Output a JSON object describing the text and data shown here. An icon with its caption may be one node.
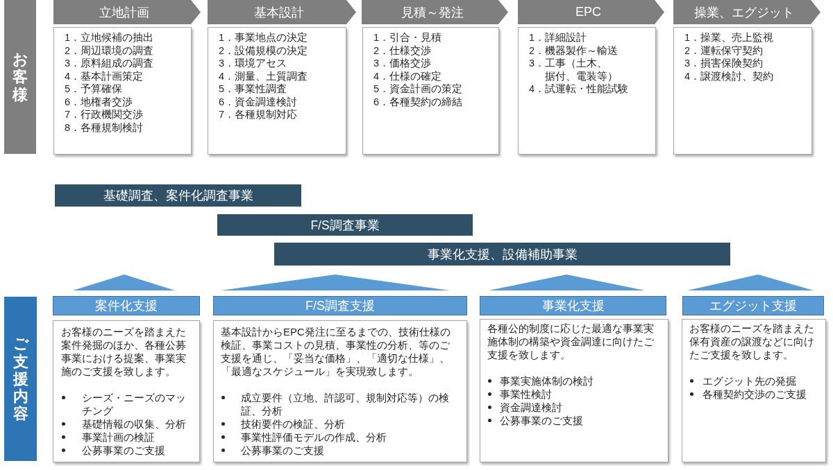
{
  "diagram": {
    "nodes": [
      {
        "text": [
          "お客様"
        ]
      },
      {
        "text": [
          "立地計画"
        ]
      },
      {
        "text": [
          "基本設計"
        ]
      },
      {
        "text": [
          "見積～発注"
        ]
      },
      {
        "text": [
          "EPC"
        ]
      },
      {
        "text": [
          "操業、エグジット"
        ]
      },
      {
        "text": [
          "1．立地候補の抽出",
          "2．周辺環境の調査",
          "3．原料組成の調査",
          "4．基本計画策定",
          "5．予算確保",
          "6．地権者交渉",
          "7．行政機関交渉",
          "8．各種規制検討"
        ]
      },
      {
        "text": [
          "1．事業地点の決定",
          "2．設備規模の決定",
          "3．環境アセス",
          "4．測量、土質調査",
          "5．事業性調査",
          "6．資金調達検討",
          "7．各種規制対応"
        ]
      },
      {
        "text": [
          "1．引合・見積",
          "2．仕様交渉",
          "3．価格交渉",
          "4．仕様の確定",
          "5．資金計画の策定",
          "6．各種契約の締結"
        ]
      },
      {
        "text": [
          "1．詳細設計",
          "2．機器製作～輸送",
          "3．工事（土木、据付、電装等）",
          "4．試運転・性能試験"
        ]
      },
      {
        "text": [
          "1．操業、売上監視",
          "2．運転保守契約",
          "3．損害保険契約",
          "4．譲渡検討、契約"
        ]
      },
      {
        "text": [
          "基礎調査、案件化調査事業"
        ]
      },
      {
        "text": [
          "F/S調査事業"
        ]
      },
      {
        "text": [
          "事業化支援、設備補助事業"
        ]
      },
      {
        "text": [],
        "shape": "triangle"
      },
      {
        "text": [],
        "shape": "triangle"
      },
      {
        "text": [],
        "shape": "triangle"
      },
      {
        "text": [],
        "shape": "triangle"
      },
      {
        "text": [
          "ご支援内容"
        ]
      },
      {
        "text": [
          "案件化支援"
        ]
      },
      {
        "text": [
          "F/S調査支援"
        ]
      },
      {
        "text": [
          "事業化支援"
        ]
      },
      {
        "text": [
          "エグジット支援"
        ]
      },
      {
        "text": [
          "お客様のニーズを踏まえた案件発掘のほか、各種公募事業における提案、事業実施のご支援を致します。",
          "シーズ・ニーズのマッチング",
          "基礎情報の収集、分析",
          "事業計画の検証",
          "公募事業のご支援"
        ]
      },
      {
        "text": [
          "基本設計からEPC発注に至るまでの、技術仕様の検証、事業コストの見積、事業性の分析、等のご支援を通じ、「妥当な価格」、「適切な仕様」、「最適なスケジュール」を実現致します。",
          "成立要件（立地、許認可、規制対応等）の検証、分析",
          "技術要件の検証、分析",
          "事業性評価モデルの作成、分析",
          "公募事業のご支援"
        ]
      },
      {
        "text": [
          "各種公的制度に応じた最適な事業実施体制の構築や資金調達に向けたご支援を致します。",
          "事業実施体制の検討",
          "事業性検討",
          "資金調達検討",
          "公募事業のご支援"
        ]
      },
      {
        "text": [
          "お客様のニーズを踏まえた保有資産の譲渡などに向けたご支援を致します。",
          "エグジット先の発掘",
          "各種契約交渉のご支援"
        ]
      }
    ]
  }
}
